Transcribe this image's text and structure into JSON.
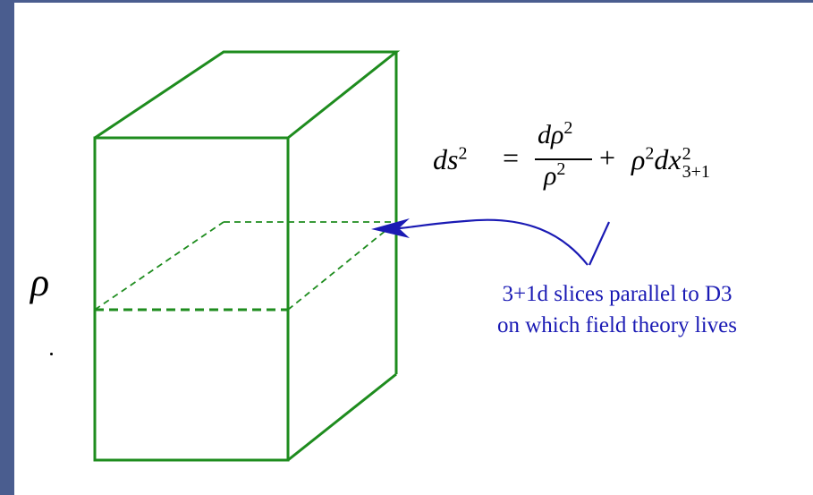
{
  "colors": {
    "box": "#1e8c1e",
    "annotation": "#1a1ab4",
    "frame": "#4a5d8f"
  },
  "rho_label": "ρ",
  "equation": {
    "lhs": "ds",
    "lhs_exp": "2",
    "equals": "=",
    "frac_num": "dρ",
    "frac_num_exp": "2",
    "frac_den": "ρ",
    "frac_den_exp": "2",
    "plus": "+",
    "term_base": "ρ",
    "term_base_exp": "2",
    "term_d": "dx",
    "term_sup": "2",
    "term_sub": "3+1"
  },
  "caption": {
    "line1": "3+1d slices parallel to D3",
    "line2": "on which field theory lives"
  }
}
